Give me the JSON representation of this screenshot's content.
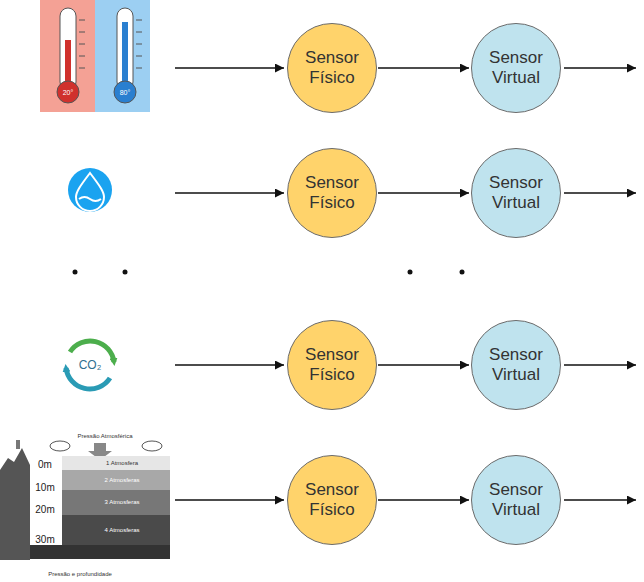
{
  "diagram": {
    "nodes": [
      {
        "text": [
          "Sensor Físico"
        ]
      },
      {
        "text": [
          "Sensor Virtual"
        ]
      },
      {
        "text": [
          "Sensor Físico"
        ]
      },
      {
        "text": [
          "Sensor Virtual"
        ]
      },
      {
        "text": [
          "Sensor Físico"
        ]
      },
      {
        "text": [
          "Sensor Virtual"
        ]
      },
      {
        "text": [
          "Sensor Físico"
        ]
      },
      {
        "text": [
          "Sensor Virtual"
        ]
      }
    ],
    "edges": [
      {
        "from": 0,
        "to": 1,
        "arrow": "to"
      },
      {
        "from": 2,
        "to": 3,
        "arrow": "to"
      },
      {
        "from": 4,
        "to": 5,
        "arrow": "to"
      },
      {
        "from": 6,
        "to": 7,
        "arrow": "to"
      }
    ],
    "labels": [
      "20°",
      "80°",
      "CO₂",
      "Pressão Atmosférica",
      "1 Atmosfera",
      "0m",
      "2 Atmosferas",
      "10m",
      "3 Atmosferas",
      "20m",
      "4 Atmosferas",
      "30m",
      "Pressão e profundidade"
    ]
  }
}
